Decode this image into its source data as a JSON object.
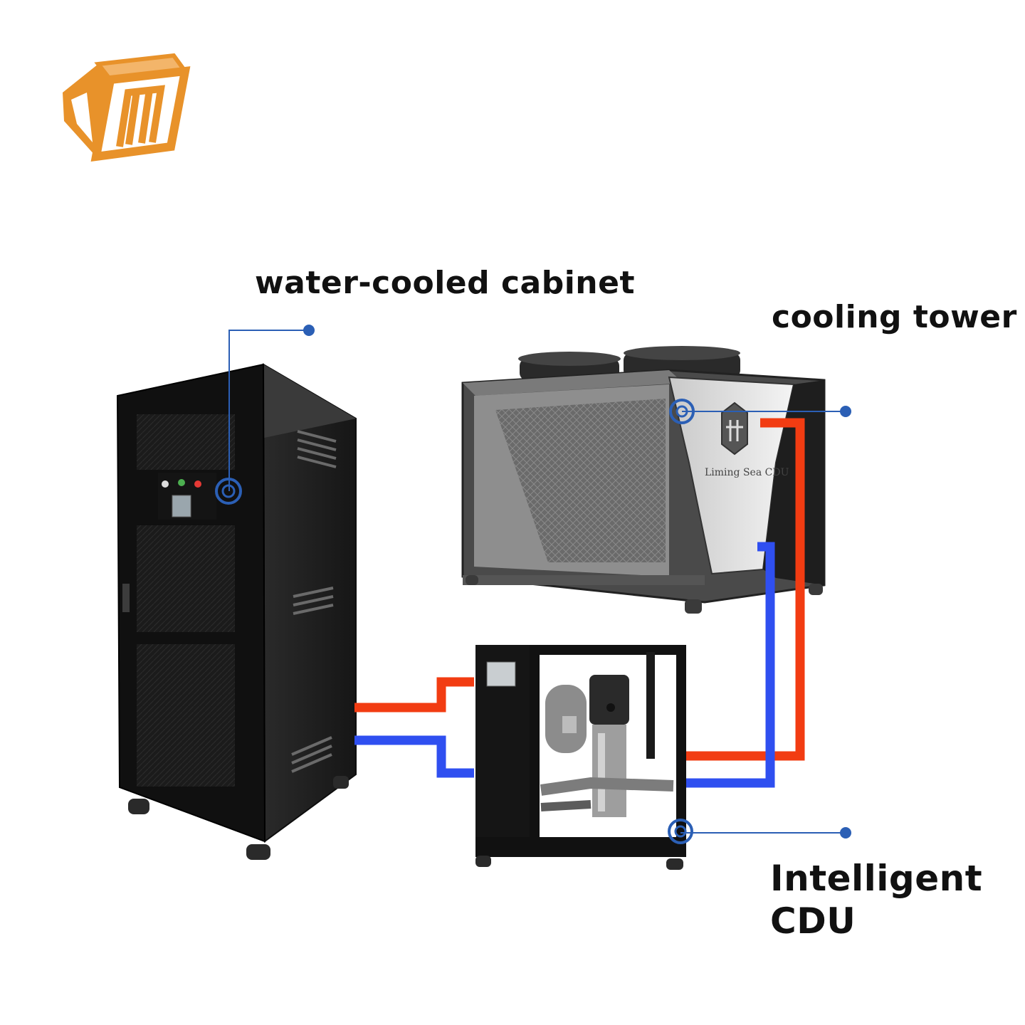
{
  "labels": {
    "cabinet": "water-cooled cabinet",
    "tower": "cooling tower",
    "cdu_line1": "Intelligent",
    "cdu_line2": "CDU"
  },
  "nameplate": "Liming Sea CDU",
  "icons": {
    "logo": "orange-m-box-logo",
    "callout": "blue-ring-marker-icon"
  },
  "colors": {
    "hot_pipe": "#f23c12",
    "cold_pipe": "#2f4ff0",
    "callout": "#2b5fb5",
    "logo": "#e8922a",
    "text": "#111111"
  }
}
